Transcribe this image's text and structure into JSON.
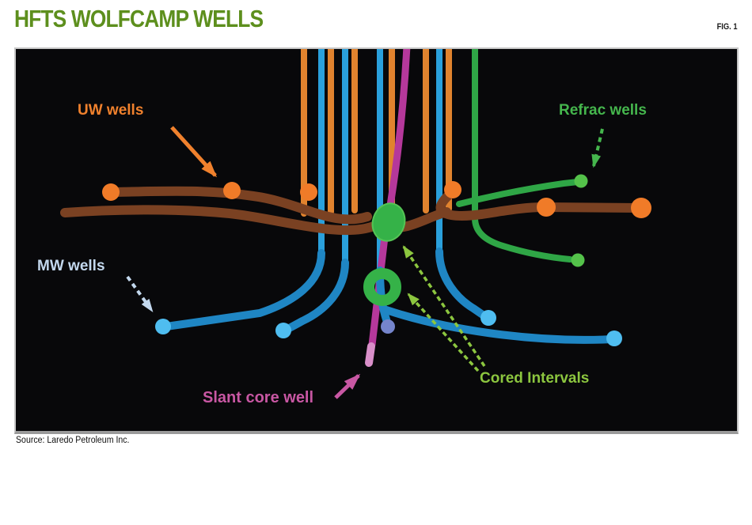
{
  "header": {
    "title": "HFTS WOLFCAMP WELLS",
    "figure_label": "FIG. 1"
  },
  "annotations": {
    "uw_wells": "UW wells",
    "refrac_wells": "Refrac wells",
    "mw_wells": "MW wells",
    "slant_core_well": "Slant core well",
    "cored_intervals": "Cored Intervals"
  },
  "footer": {
    "source": "Source: Laredo Petroleum Inc."
  },
  "figure": {
    "well_types": [
      {
        "label": "UW wells",
        "color": "#f0812d"
      },
      {
        "label": "MW wells",
        "color": "#2aa0dc"
      },
      {
        "label": "Refrac wells",
        "color": "#45b64d"
      },
      {
        "label": "Slant core well",
        "color": "#b5389b"
      },
      {
        "label": "Cored Intervals",
        "color": "#35b248"
      }
    ]
  },
  "colors": {
    "title_green": "#5d8f1d",
    "fig_black": "#1a1a1a",
    "panel_bg": "#08080a",
    "border_gray": "#c6c6c6",
    "label_orange": "#f0812d",
    "label_green": "#45b64d",
    "label_ltblue": "#c3d8ee",
    "label_magenta": "#c857a3",
    "label_lime": "#8cc63f",
    "well_orange": "#e1832e",
    "well_blue": "#2aa0dc",
    "well_blue_deep": "#1f86c4",
    "well_brown": "#7a4122",
    "well_green": "#2fa646",
    "well_magenta": "#b5389b",
    "magenta_tip": "#d98fc9",
    "core_green": "#35b248",
    "dot_orange": "#f07b28",
    "dot_ltblue": "#4fbdf0",
    "dot_violet": "#7585cc",
    "dot_green": "#54c24a"
  }
}
